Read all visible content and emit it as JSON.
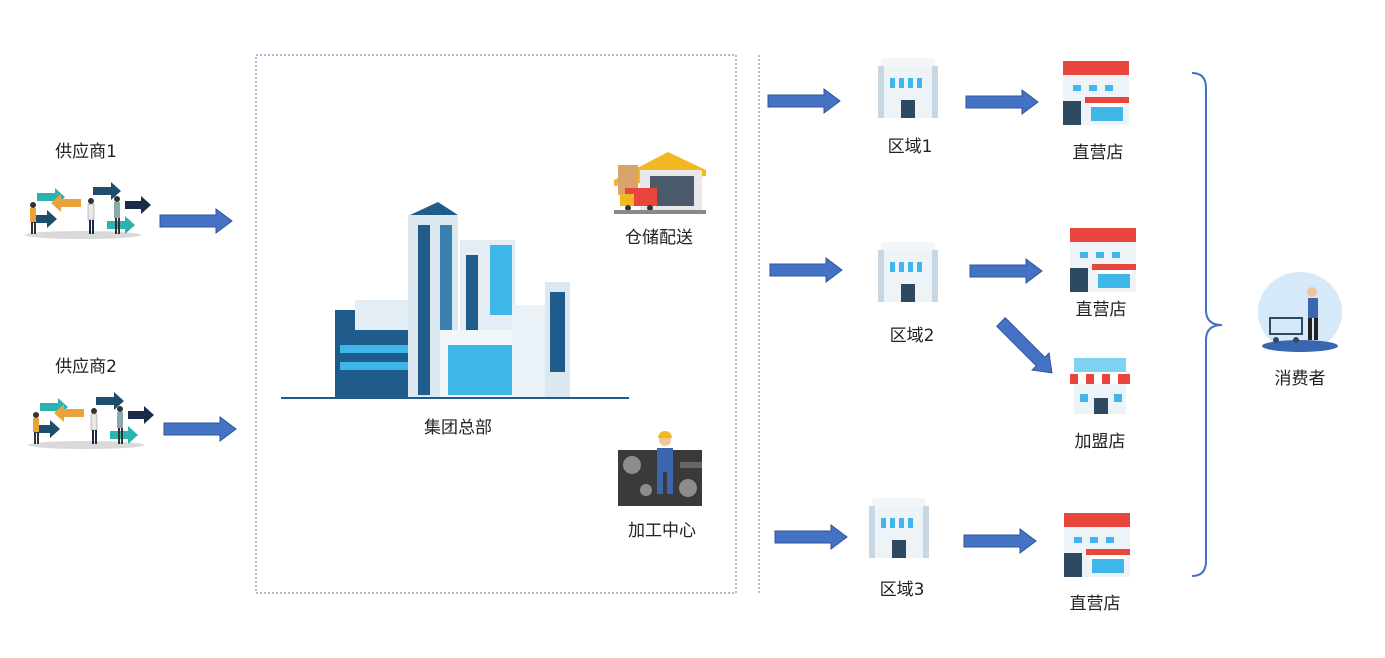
{
  "nodes": {
    "supplier1": "供应商1",
    "supplier2": "供应商2",
    "headquarters": "集团总部",
    "warehouse": "仓储配送",
    "processing": "加工中心",
    "region1": "区域1",
    "region2": "区域2",
    "region3": "区域3",
    "store_r1": "直营店",
    "store_r2": "直营店",
    "franchise_r2": "加盟店",
    "store_r3": "直营店",
    "consumer": "消费者"
  },
  "colors": {
    "arrow": "#4472C4",
    "arrow_stroke": "#2F5597",
    "bracket": "#4472C4",
    "dotted_border": "#5b7fa8",
    "store_roof": "#E8453C",
    "building": "#1F5C8B"
  }
}
